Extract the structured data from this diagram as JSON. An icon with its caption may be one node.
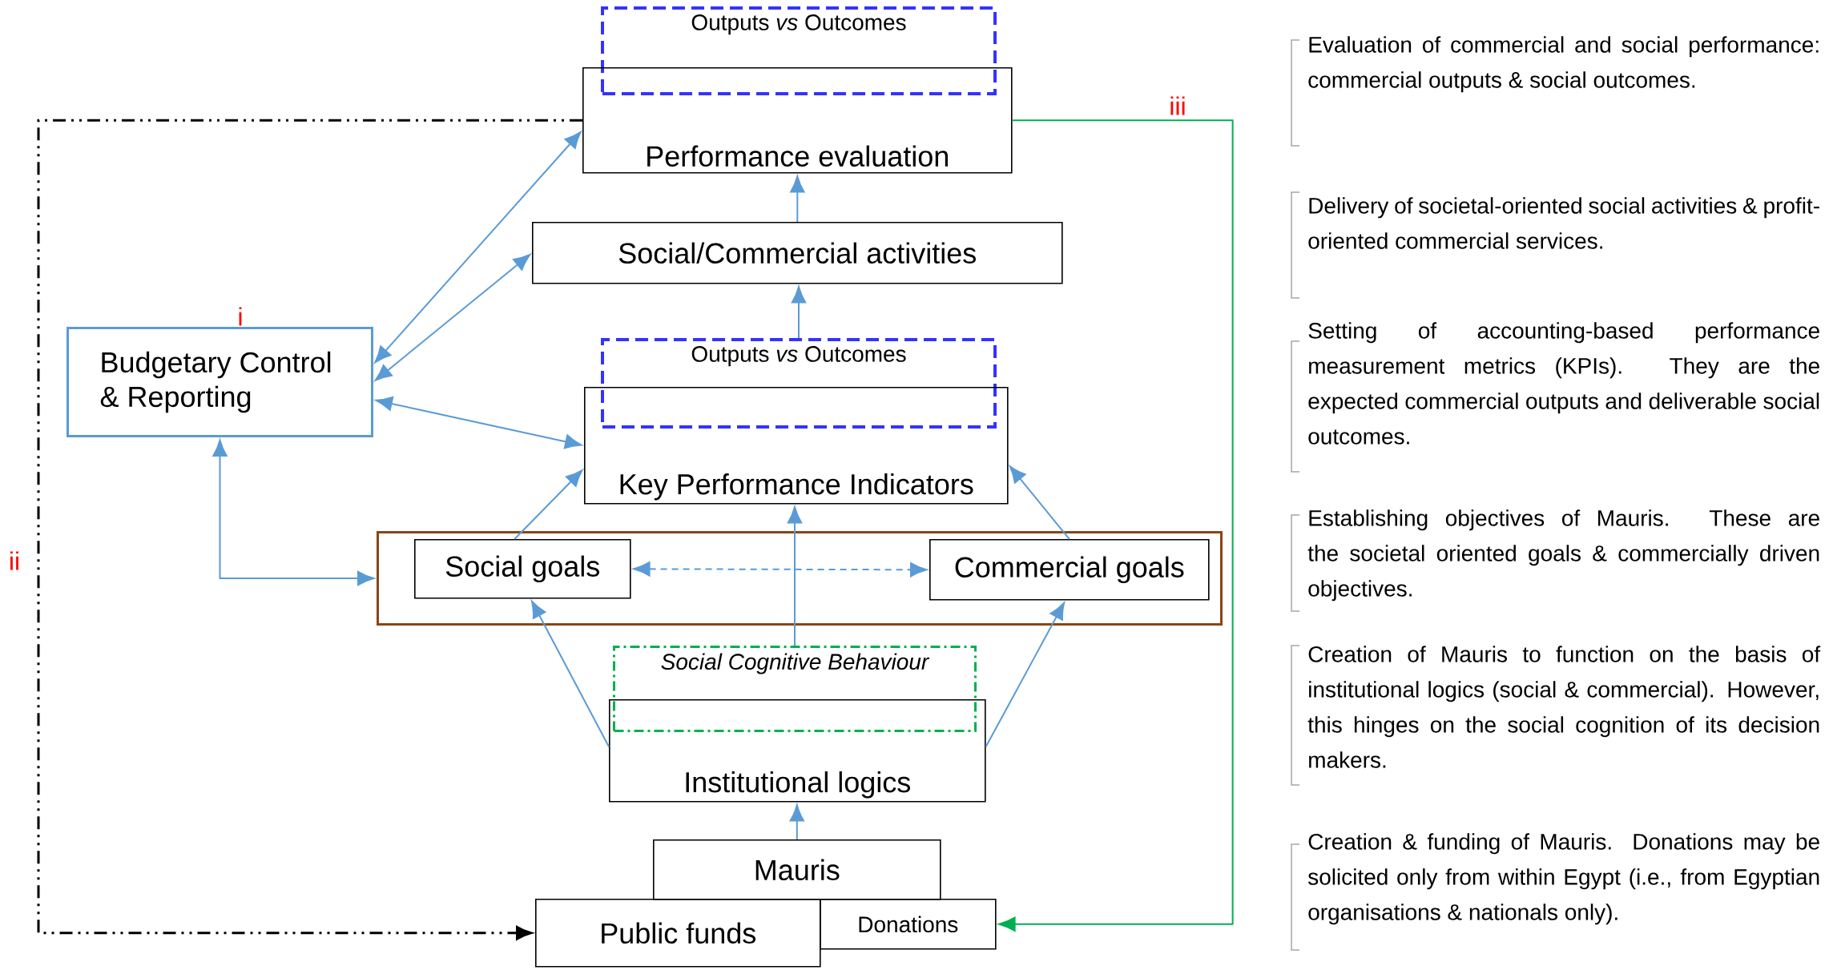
{
  "diagram": {
    "nodes": [
      {
        "text": [
          "Outputs *vs* Outcomes"
        ]
      },
      {
        "text": [
          "Performance evaluation"
        ]
      },
      {
        "text": [
          "Social/Commercial activities"
        ]
      },
      {
        "text": [
          "Budgetary Control & Reporting"
        ],
        "beside": [
          "i"
        ]
      },
      {
        "text": [
          "Outputs *vs* Outcomes"
        ]
      },
      {
        "text": [
          "Key Performance Indicators"
        ]
      },
      {
        "text": [],
        "shape": "box"
      },
      {
        "text": [
          "Social goals"
        ],
        "in": 6
      },
      {
        "text": [
          "Commercial goals"
        ],
        "in": 6
      },
      {
        "text": [
          "Social Cognitive Behaviour"
        ]
      },
      {
        "text": [
          "Institutional logics"
        ]
      },
      {
        "text": [
          "Mauris"
        ]
      },
      {
        "text": [
          "Public funds"
        ]
      },
      {
        "text": [
          "Donations"
        ]
      }
    ],
    "edges": [
      {
        "from": 2,
        "to": 1,
        "arrow": "to"
      },
      {
        "from": 4,
        "to": 2,
        "arrow": "to"
      },
      {
        "from": 3,
        "to": 1,
        "arrow": "both"
      },
      {
        "from": 3,
        "to": 2,
        "arrow": "both"
      },
      {
        "from": 3,
        "to": 5,
        "arrow": "both"
      },
      {
        "from": 3,
        "to": 6,
        "arrow": "both"
      },
      {
        "from": 7,
        "to": 5,
        "arrow": "to"
      },
      {
        "from": 8,
        "to": 5,
        "arrow": "to"
      },
      {
        "from": 7,
        "to": 8,
        "arrow": "both",
        "style": "dashed"
      },
      {
        "from": 9,
        "to": 5,
        "arrow": "to"
      },
      {
        "from": 10,
        "to": 7,
        "arrow": "to"
      },
      {
        "from": 10,
        "to": 8,
        "arrow": "to"
      },
      {
        "from": 11,
        "to": 10,
        "arrow": "to"
      },
      {
        "from": 1,
        "to": 12,
        "arrow": "to",
        "label": "ii",
        "style": "dashed",
        "color": "#000000"
      },
      {
        "from": 1,
        "to": 13,
        "arrow": "to",
        "label": "iii",
        "color": "#00b050"
      }
    ],
    "labels": [
      "Evaluation of commercial and social performance: commercial outputs & social outcomes.",
      "Delivery of societal-oriented social activities & profit-oriented commercial services.",
      "Setting of accounting-based performance measurement metrics (KPIs). They are the expected commercial outputs and deliverable social outcomes.",
      "Establishing objectives of Mauris. These are the societal oriented goals & commercially driven objectives.",
      "Creation of Mauris to function on the basis of institutional logics (social & commercial). However, this hinges on the social cognition of its decision makers.",
      "Creation & funding of Mauris. Donations may be solicited only from within Egypt (i.e., from Egyptian organisations & nationals only)."
    ]
  }
}
